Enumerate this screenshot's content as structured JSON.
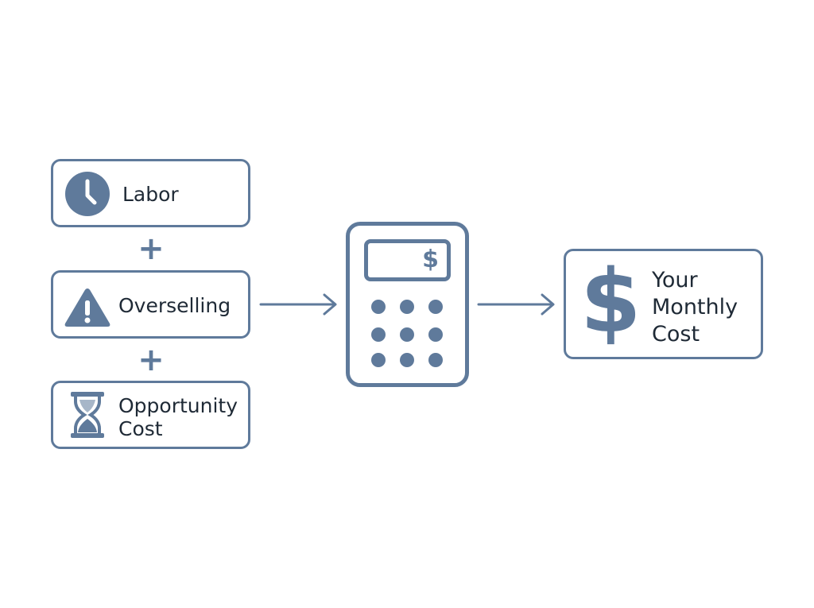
{
  "inputs": [
    {
      "label": "Labor",
      "icon": "clock-icon"
    },
    {
      "label": "Overselling",
      "icon": "warning-icon"
    },
    {
      "label": "Opportunity\nCost",
      "icon": "hourglass-icon"
    }
  ],
  "operators": [
    "+",
    "+"
  ],
  "calculator": {
    "icon": "calculator-icon",
    "display_symbol": "$"
  },
  "result": {
    "icon": "dollar-icon",
    "symbol": "$",
    "label": "Your\nMonthly\nCost"
  },
  "colors": {
    "accent": "#5f7a9b",
    "text": "#1f2a36",
    "background": "#ffffff"
  }
}
